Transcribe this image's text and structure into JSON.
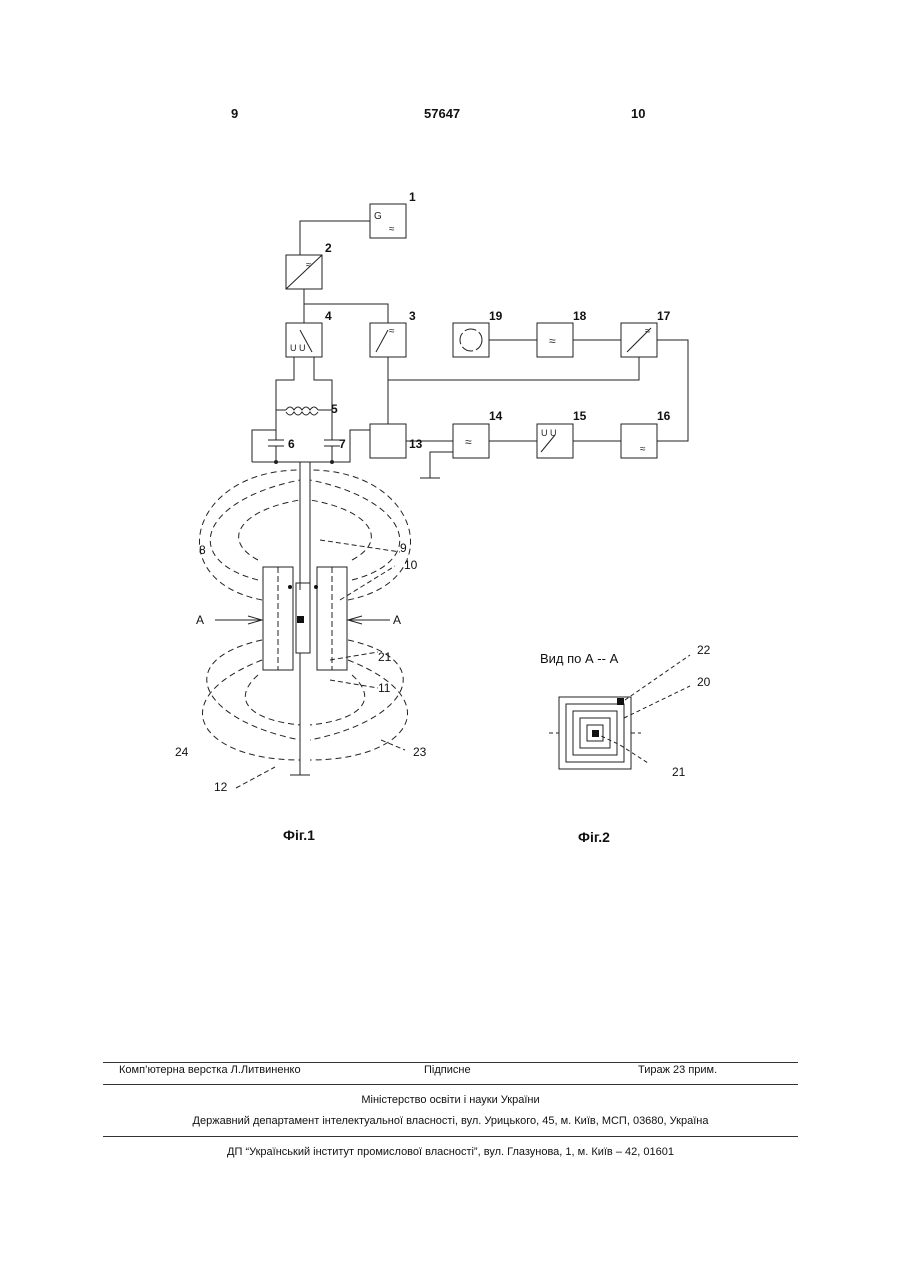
{
  "header": {
    "page_left": "9",
    "patent_number": "57647",
    "page_right": "10"
  },
  "figure1": {
    "caption": "Фіг.1",
    "labels": [
      "1",
      "2",
      "3",
      "4",
      "5",
      "6",
      "7",
      "8",
      "9",
      "10",
      "11",
      "12",
      "13",
      "14",
      "15",
      "16",
      "17",
      "18",
      "19",
      "21",
      "23",
      "24"
    ],
    "section_markers": [
      "A",
      "A"
    ],
    "generator_symbol": "G",
    "meter_symbol": "U U",
    "filter_symbol": "≈"
  },
  "figure2": {
    "caption": "Фіг.2",
    "view_title": "Вид по А -- А",
    "labels": [
      "22",
      "20",
      "21"
    ]
  },
  "footer": {
    "layout_by": "Комп’ютерна верстка Л.Литвиненко",
    "signed": "Підписне",
    "circulation": "Тираж 23 прим.",
    "ministry": "Міністерство освіти і науки України",
    "department": "Державний департамент інтелектуальної власності, вул. Урицького, 45, м. Київ, МСП, 03680, Україна",
    "institute": "ДП “Український інститут промислової власності”, вул. Глазунова, 1, м. Київ – 42, 01601"
  }
}
